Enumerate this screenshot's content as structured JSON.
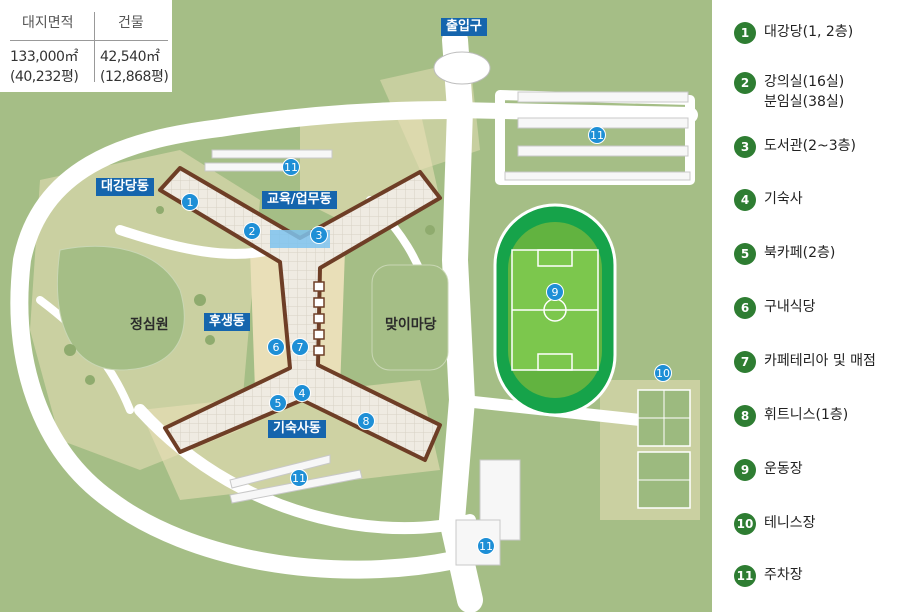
{
  "stats": {
    "site_area_label": "대지면적",
    "site_area_value": "133,000㎡",
    "site_area_pyeong": "(40,232평)",
    "building_label": "건물",
    "building_value": "42,540㎡",
    "building_pyeong": "(12,868평)"
  },
  "map_labels": {
    "entrance": "출입구",
    "auditorium_wing": "대강당동",
    "education_wing": "교육/업무동",
    "garden": "정심원",
    "welfare_wing": "후생동",
    "greeting_yard": "맞이마당",
    "dormitory_wing": "기숙사동"
  },
  "markers": {
    "m1": "1",
    "m2": "2",
    "m3": "3",
    "m4": "4",
    "m5": "5",
    "m6": "6",
    "m7": "7",
    "m8": "8",
    "m9": "9",
    "m10": "10",
    "m11": "11"
  },
  "legend": [
    {
      "num": "1",
      "text": "대강당(1, 2층)"
    },
    {
      "num": "2",
      "text": "강의실(16실)\n분임실(38실)"
    },
    {
      "num": "3",
      "text": "도서관(2~3층)"
    },
    {
      "num": "4",
      "text": "기숙사"
    },
    {
      "num": "5",
      "text": "북카페(2층)"
    },
    {
      "num": "6",
      "text": "구내식당"
    },
    {
      "num": "7",
      "text": "카페테리아 및 매점"
    },
    {
      "num": "8",
      "text": "휘트니스(1층)"
    },
    {
      "num": "9",
      "text": "운동장"
    },
    {
      "num": "10",
      "text": "테니스장"
    },
    {
      "num": "11",
      "text": "주차장"
    }
  ],
  "colors": {
    "grass": "#a5be86",
    "road": "#ffffff",
    "building_roof": "#eeeae0",
    "building_outline": "#6e3e26",
    "track": "#16a34a",
    "field": "#7cc74d",
    "label_bg": "#1565ad",
    "marker": "#1e8fd6",
    "legend_badge": "#2e7d32"
  }
}
